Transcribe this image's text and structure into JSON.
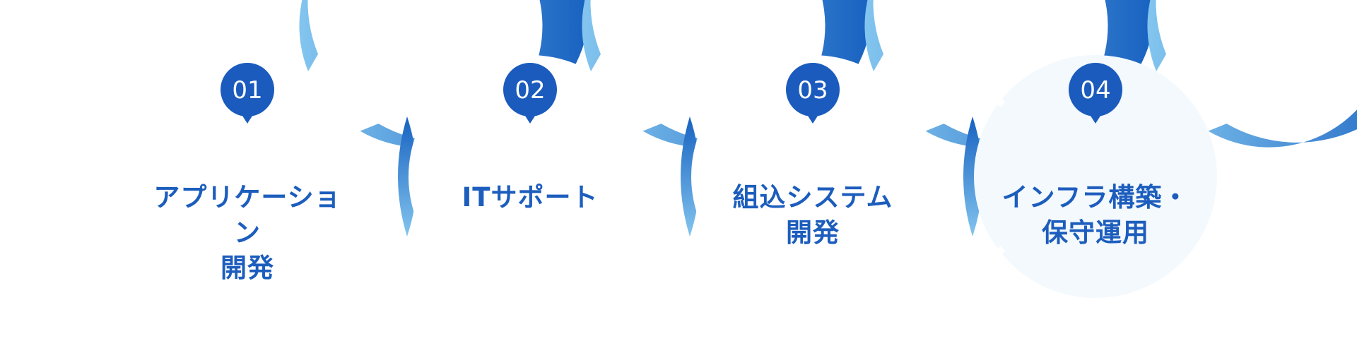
{
  "colors": {
    "gradient_light": "#83c5ef",
    "gradient_dark": "#1761c0",
    "badge": "#1b5bbd",
    "label": "#1c5dbd",
    "highlight_fill": "#f3f9fd",
    "background": "#ffffff"
  },
  "steps": [
    {
      "number": "01",
      "label": "アプリケーション\n開発",
      "highlighted": false
    },
    {
      "number": "02",
      "label": "ITサポート",
      "highlighted": false
    },
    {
      "number": "03",
      "label": "組込システム\n開発",
      "highlighted": false
    },
    {
      "number": "04",
      "label": "インフラ構築・\n保守運用",
      "highlighted": true
    }
  ]
}
